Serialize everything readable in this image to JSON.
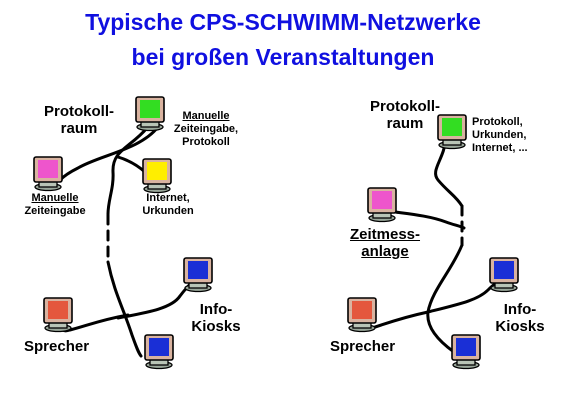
{
  "title": {
    "line1": "Typische CPS-SCHWIMM-Netzwerke",
    "line2": "bei großen Veranstaltungen"
  },
  "left": {
    "protokollraum_1": "Protokoll-",
    "protokollraum_2": "raum",
    "manuelle_top": "Manuelle",
    "zeiteingabe_top_1": "Zeiteingabe,",
    "zeiteingabe_top_2": "Protokoll",
    "manuelle_left": "Manuelle",
    "zeiteingabe_left": "Zeiteingabe",
    "internet_1": "Internet,",
    "internet_2": "Urkunden",
    "info_1": "Info-",
    "info_2": "Kiosks",
    "sprecher": "Sprecher"
  },
  "right": {
    "protokollraum_1": "Protokoll-",
    "protokollraum_2": "raum",
    "protokoll_1": "Protokoll,",
    "protokoll_2": "Urkunden,",
    "protokoll_3": "Internet, ...",
    "zeitmess_1": "Zeitmess-",
    "zeitmess_2": "anlage",
    "info_1": "Info-",
    "info_2": "Kiosks",
    "sprecher": "Sprecher"
  },
  "colors": {
    "title": "#1010e0",
    "green": "#33dd22",
    "magenta": "#ee55cc",
    "yellow": "#ffee00",
    "blue": "#1a2fd6",
    "red": "#e4573d",
    "monitor_body": "#d9b3a0",
    "base": "#9aa79a"
  }
}
